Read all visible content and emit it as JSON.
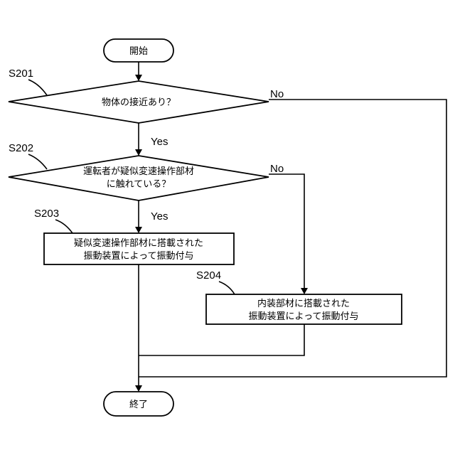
{
  "nodes": {
    "start": {
      "text": "開始"
    },
    "d1": {
      "step": "S201",
      "line1": "物体の接近あり？"
    },
    "d2": {
      "step": "S202",
      "line1": "運転者が疑似変速操作部材",
      "line2": "に触れている？"
    },
    "p1": {
      "step": "S203",
      "line1": "疑似変速操作部材に搭載された",
      "line2": "振動装置によって振動付与"
    },
    "p2": {
      "step": "S204",
      "line1": "内装部材に搭載された",
      "line2": "振動装置によって振動付与"
    },
    "end": {
      "text": "終了"
    }
  },
  "edges": {
    "d1_yes": "Yes",
    "d1_no": "No",
    "d2_yes": "Yes",
    "d2_no": "No"
  }
}
